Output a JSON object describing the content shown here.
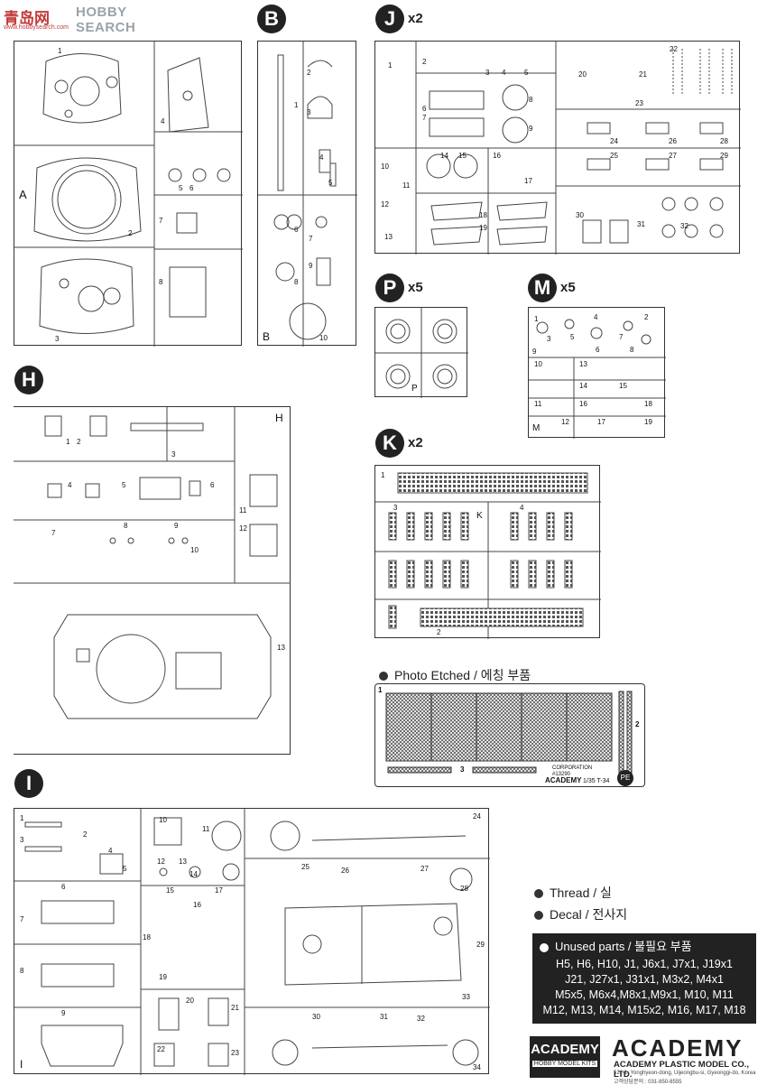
{
  "watermark": {
    "brand": "HOBBY SEARCH",
    "cn": "青岛网",
    "url": "www.hobbysearch.com"
  },
  "sprues": {
    "A": {
      "letter": "A",
      "parts": [
        "1",
        "2",
        "3",
        "4",
        "5",
        "6",
        "7",
        "8"
      ]
    },
    "B": {
      "letter": "B",
      "parts": [
        "1",
        "2",
        "3",
        "4",
        "5",
        "6",
        "7",
        "8",
        "9",
        "10"
      ]
    },
    "J": {
      "letter": "J",
      "multiplier": "x2",
      "parts": [
        "1",
        "2",
        "3",
        "4",
        "5",
        "6",
        "7",
        "8",
        "9",
        "10",
        "11",
        "12",
        "13",
        "14",
        "15",
        "16",
        "17",
        "18",
        "19",
        "20",
        "21",
        "22",
        "23",
        "24",
        "25",
        "26",
        "27",
        "28",
        "29",
        "30",
        "31",
        "32"
      ]
    },
    "P": {
      "letter": "P",
      "multiplier": "x5"
    },
    "M": {
      "letter": "M",
      "multiplier": "x5",
      "parts": [
        "1",
        "2",
        "3",
        "4",
        "5",
        "6",
        "7",
        "8",
        "9",
        "10",
        "11",
        "12",
        "13",
        "14",
        "15",
        "16",
        "17",
        "18",
        "19"
      ]
    },
    "H": {
      "letter": "H",
      "parts": [
        "1",
        "2",
        "3",
        "4",
        "5",
        "6",
        "7",
        "8",
        "9",
        "10",
        "11",
        "12",
        "13"
      ]
    },
    "K": {
      "letter": "K",
      "multiplier": "x2",
      "parts": [
        "1",
        "2",
        "3",
        "4"
      ]
    },
    "I": {
      "letter": "I",
      "parts": [
        "1",
        "2",
        "3",
        "4",
        "5",
        "6",
        "7",
        "8",
        "9",
        "10",
        "11",
        "12",
        "13",
        "14",
        "15",
        "16",
        "17",
        "18",
        "19",
        "20",
        "21",
        "22",
        "23",
        "24",
        "25",
        "26",
        "27",
        "28",
        "29",
        "30",
        "31",
        "32",
        "33",
        "34"
      ]
    }
  },
  "photo_etched": {
    "title": "Photo Etched / 에칭 부품",
    "part_numbers": [
      "1",
      "2",
      "3"
    ],
    "code": "#13290",
    "brand": "ACADEMY",
    "scale": "1/35 T-34",
    "tag": "PE",
    "maker": "CORPORATION"
  },
  "legend": {
    "thread": "Thread / 실",
    "decal": "Decal / 전사지"
  },
  "unused": {
    "title": "Unused parts / 불필요 부품",
    "lines": [
      "H5, H6, H10, J1, J6x1, J7x1, J19x1",
      "J21, J27x1, J31x1, M3x2, M4x1",
      "M5x5, M6x4,M8x1,M9x1, M10, M11",
      "M12, M13, M14, M15x2, M16, M17, M18"
    ]
  },
  "footer": {
    "logo_small": "ACADEMY",
    "logo_small_sub": "HOBBY MODEL KITS",
    "logo_big": "ACADEMY",
    "company": "ACADEMY PLASTIC MODEL CO., LTD.",
    "address": "521-1, Yonghyeon-dong, Uijeongbu-si, Gyeonggi-do, Korea",
    "phone": "고객상담문의 : 031-850-8555"
  },
  "colors": {
    "ink": "#222222",
    "line": "#333333",
    "mesh": "#555555"
  }
}
